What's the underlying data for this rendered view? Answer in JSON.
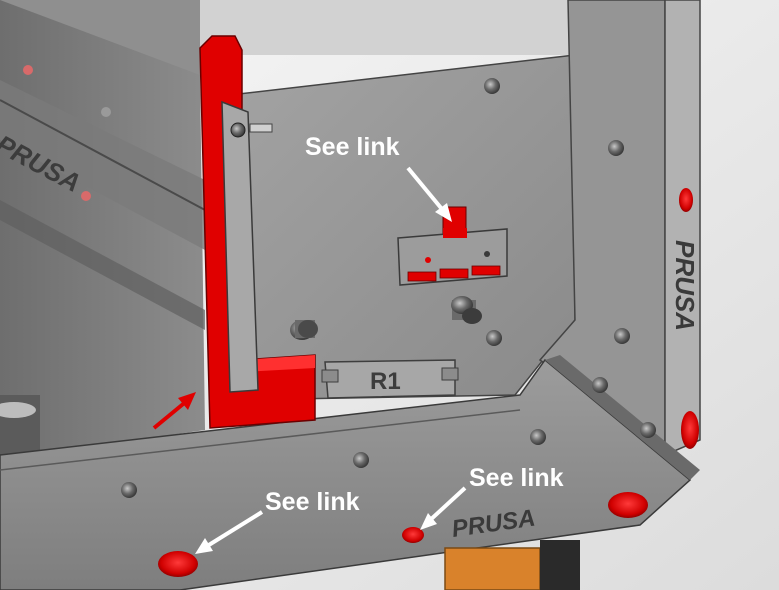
{
  "callouts": {
    "top": "See link",
    "bottom_left": "See link",
    "bottom_right": "See link"
  },
  "labels": {
    "plate_tag": "R1",
    "brand_left": "PRUSA",
    "brand_right": "PRUSA",
    "brand_bottom": "PRUSA"
  },
  "colors": {
    "highlight": "#e00000",
    "sheet_metal": "#8e8e8e",
    "background": "#f2f2f2",
    "arrow_white": "#ffffff",
    "arrow_red": "#e00000",
    "accent_orange": "#d9822b"
  }
}
